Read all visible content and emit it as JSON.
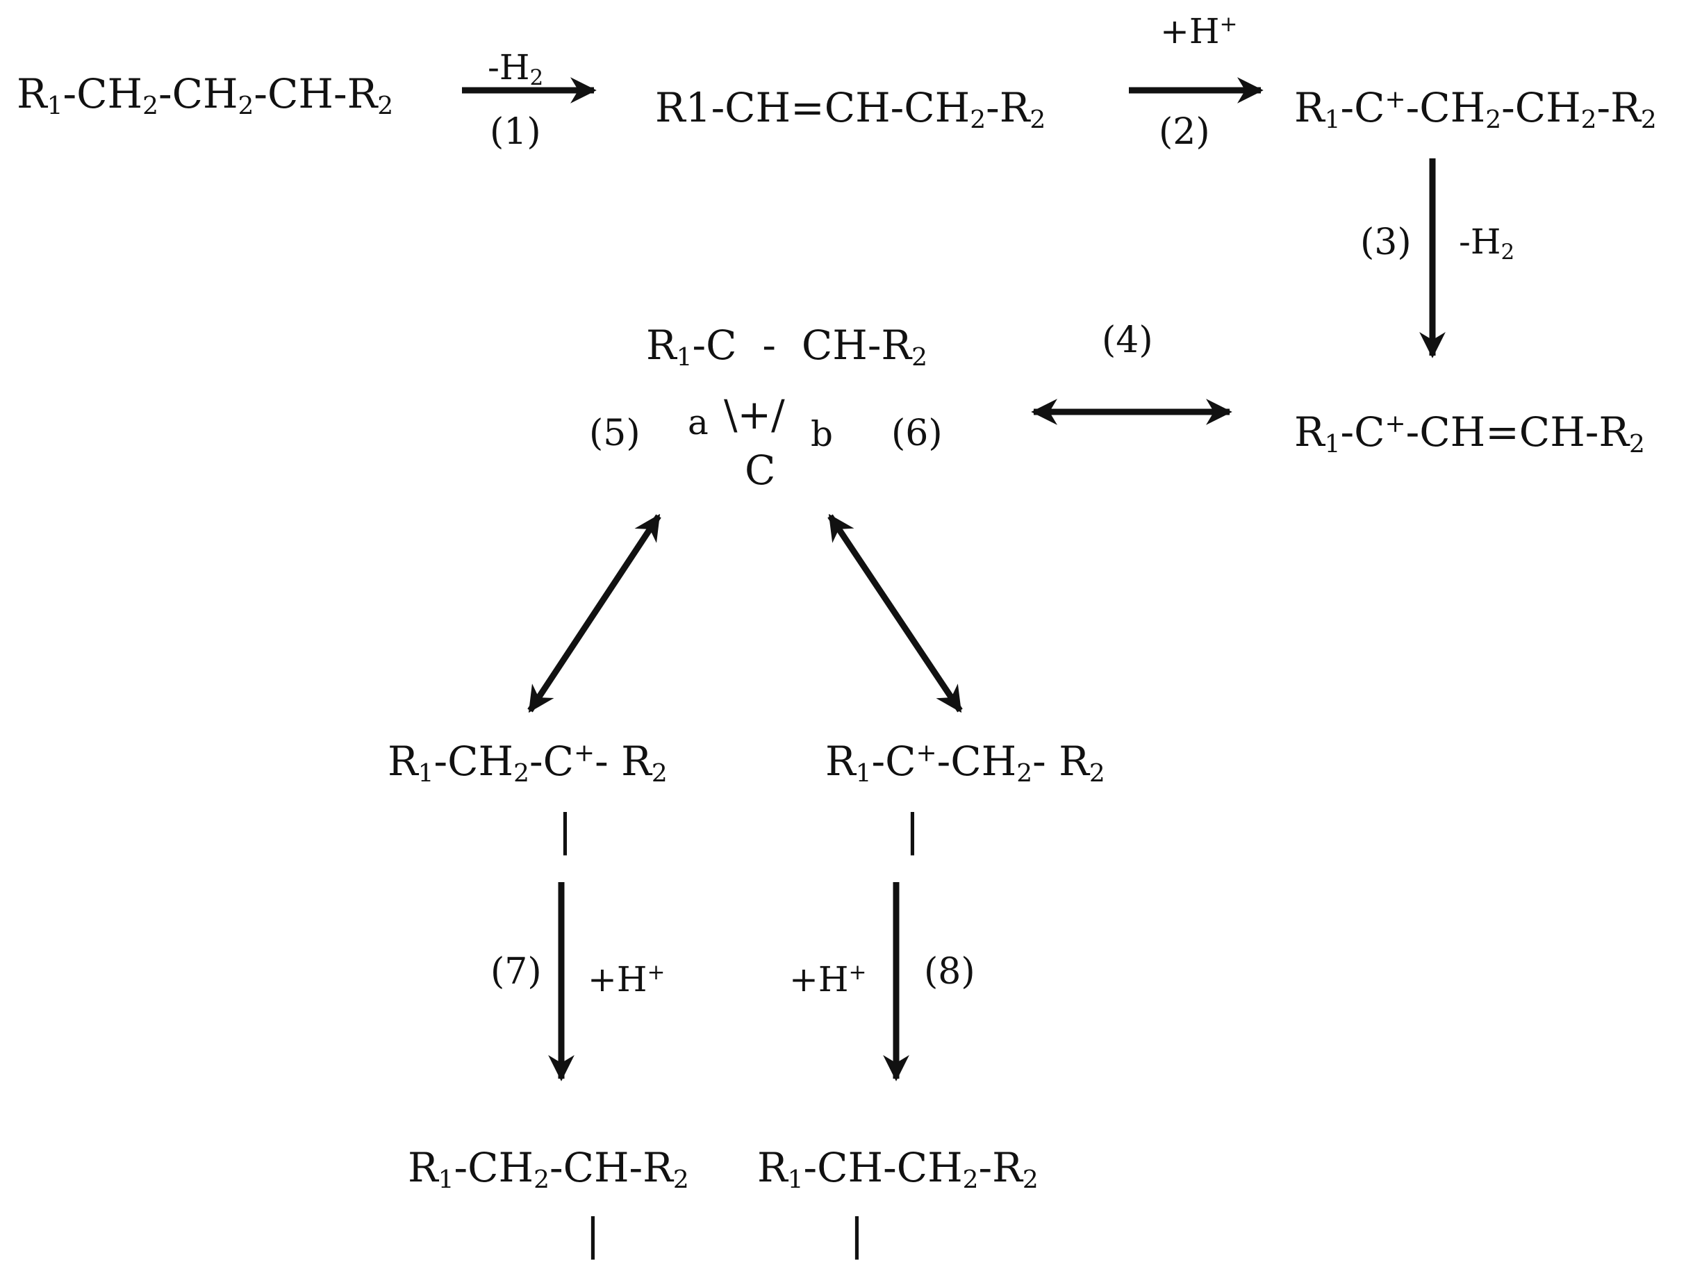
{
  "formulas": {
    "f1": "R<sub>1</sub>-CH<sub>2</sub>-CH<sub>2</sub>-CH-R<sub>2</sub>",
    "f2": "R1-CH=CH-CH<sub>2</sub>-R<sub>2</sub>",
    "f3": "R<sub>1</sub>-C<sup>+</sup>-CH<sub>2</sub>-CH<sub>2</sub>-R<sub>2</sub>",
    "f4": "R<sub>1</sub>-C<sup>+</sup>-CH=CH-R<sub>2</sub>",
    "cyc_top": "R<sub>1</sub>-C &nbsp;- &nbsp;CH-R<sub>2</sub>",
    "cyc_a": "a",
    "cyc_b": "b",
    "cyc_bonds": "\\+/",
    "cyc_c": "C",
    "f5": "R<sub>1</sub>-CH<sub>2</sub>-C<sup>+</sup>- R<sub>2</sub>",
    "f6": "R<sub>1</sub>-C<sup>+</sup>-CH<sub>2</sub>- R<sub>2</sub>",
    "f7": "R<sub>1</sub>-CH<sub>2</sub>-CH-R<sub>2</sub>",
    "f8": "R<sub>1</sub>-CH-CH<sub>2</sub>-R<sub>2</sub>",
    "bar": "|"
  },
  "steps": {
    "s1": "(1)",
    "s2": "(2)",
    "s3": "(3)",
    "s4": "(4)",
    "s5": "(5)",
    "s6": "(6)",
    "s7": "(7)",
    "s8": "(8)"
  },
  "conditions": {
    "c1": "-H<sub>2</sub>",
    "c2": "+H<sup>+</sup>",
    "c3": "-H<sub>2</sub>",
    "c7": "+H<sup>+</sup>",
    "c8": "+H<sup>+</sup>"
  }
}
